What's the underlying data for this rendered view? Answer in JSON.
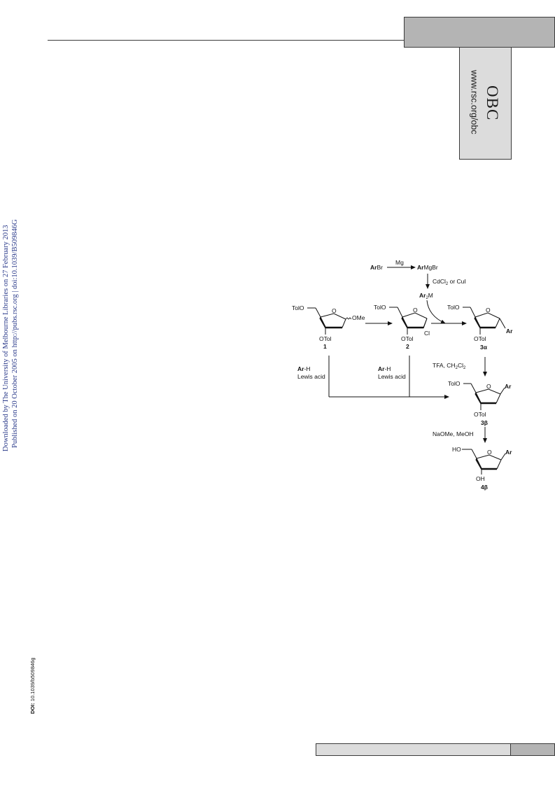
{
  "header": {
    "journal_abbr": "OBC",
    "journal_url": "www.rsc.org/obc"
  },
  "side_stamps": {
    "downloaded": "Downloaded by The University of Melbourne Libraries on 27 February 2013",
    "published": "Published on 20 October 2005 on http://pubs.rsc.org | doi:10.1039/B509846G",
    "doi_label": "DOI:",
    "doi_value": "10.1039/b509846g"
  },
  "scheme": {
    "step1": {
      "reactant_bold": "Ar",
      "reactant_rest": "Br",
      "reagent": "Mg",
      "product_bold": "Ar",
      "product_rest": "MgBr"
    },
    "step2": {
      "reagent_a": "CdCl",
      "reagent_a_sub": "2",
      "reagent_b": " or CuI"
    },
    "organometal": {
      "bold": "Ar",
      "sub": "2",
      "rest": "M"
    },
    "compound1": {
      "label": "1",
      "tolo": "TolO",
      "otol": "OTol",
      "sub": "OMe"
    },
    "compound2": {
      "label": "2",
      "tolo": "TolO",
      "otol": "OTol",
      "sub": "Cl"
    },
    "compound3a": {
      "label_num": "3",
      "label_greek": "α",
      "tolo": "TolO",
      "otol": "OTol",
      "sub": "Ar"
    },
    "compound3b": {
      "label_num": "3",
      "label_greek": "β",
      "tolo": "TolO",
      "otol": "OTol",
      "sub": "Ar"
    },
    "compound4b": {
      "label_num": "4",
      "label_greek": "β",
      "tolo": "HO",
      "otol": "OH",
      "sub": "Ar"
    },
    "ring_o": "O",
    "friedel1": {
      "bold": "Ar",
      "rest": "-H",
      "line2": "Lewis acid"
    },
    "friedel2": {
      "bold": "Ar",
      "rest": "-H",
      "line2": "Lewis acid"
    },
    "anomerization": {
      "text": "TFA, CH",
      "s1": "2",
      "mid": "Cl",
      "s2": "2"
    },
    "deprotection": "NaOMe, MeOH"
  }
}
